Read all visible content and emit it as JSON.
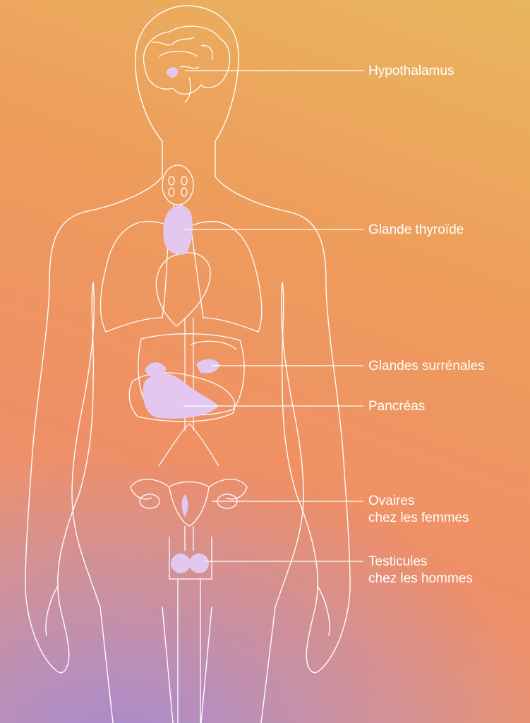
{
  "labels": {
    "hypothalamus": "Hypothalamus",
    "thyroid": "Glande thyroïde",
    "adrenals": "Glandes surrénales",
    "pancreas": "Pancréas",
    "ovaries": [
      "Ovaires",
      "chez les femmes"
    ],
    "testicles": [
      "Testicules",
      "chez les hommes"
    ]
  },
  "colors": {
    "outline": "#ffffff",
    "gland_fill": "#e4c7ee",
    "background_top": "#e8b65e",
    "background_mid": "#ef8f66",
    "background_bottom": "#a88bd0"
  },
  "icons": [
    "body-outline",
    "brain",
    "lungs",
    "heart",
    "liver",
    "stomach",
    "uterus",
    "thyroid",
    "adrenal-glands",
    "pancreas",
    "ovaries",
    "testicles"
  ]
}
